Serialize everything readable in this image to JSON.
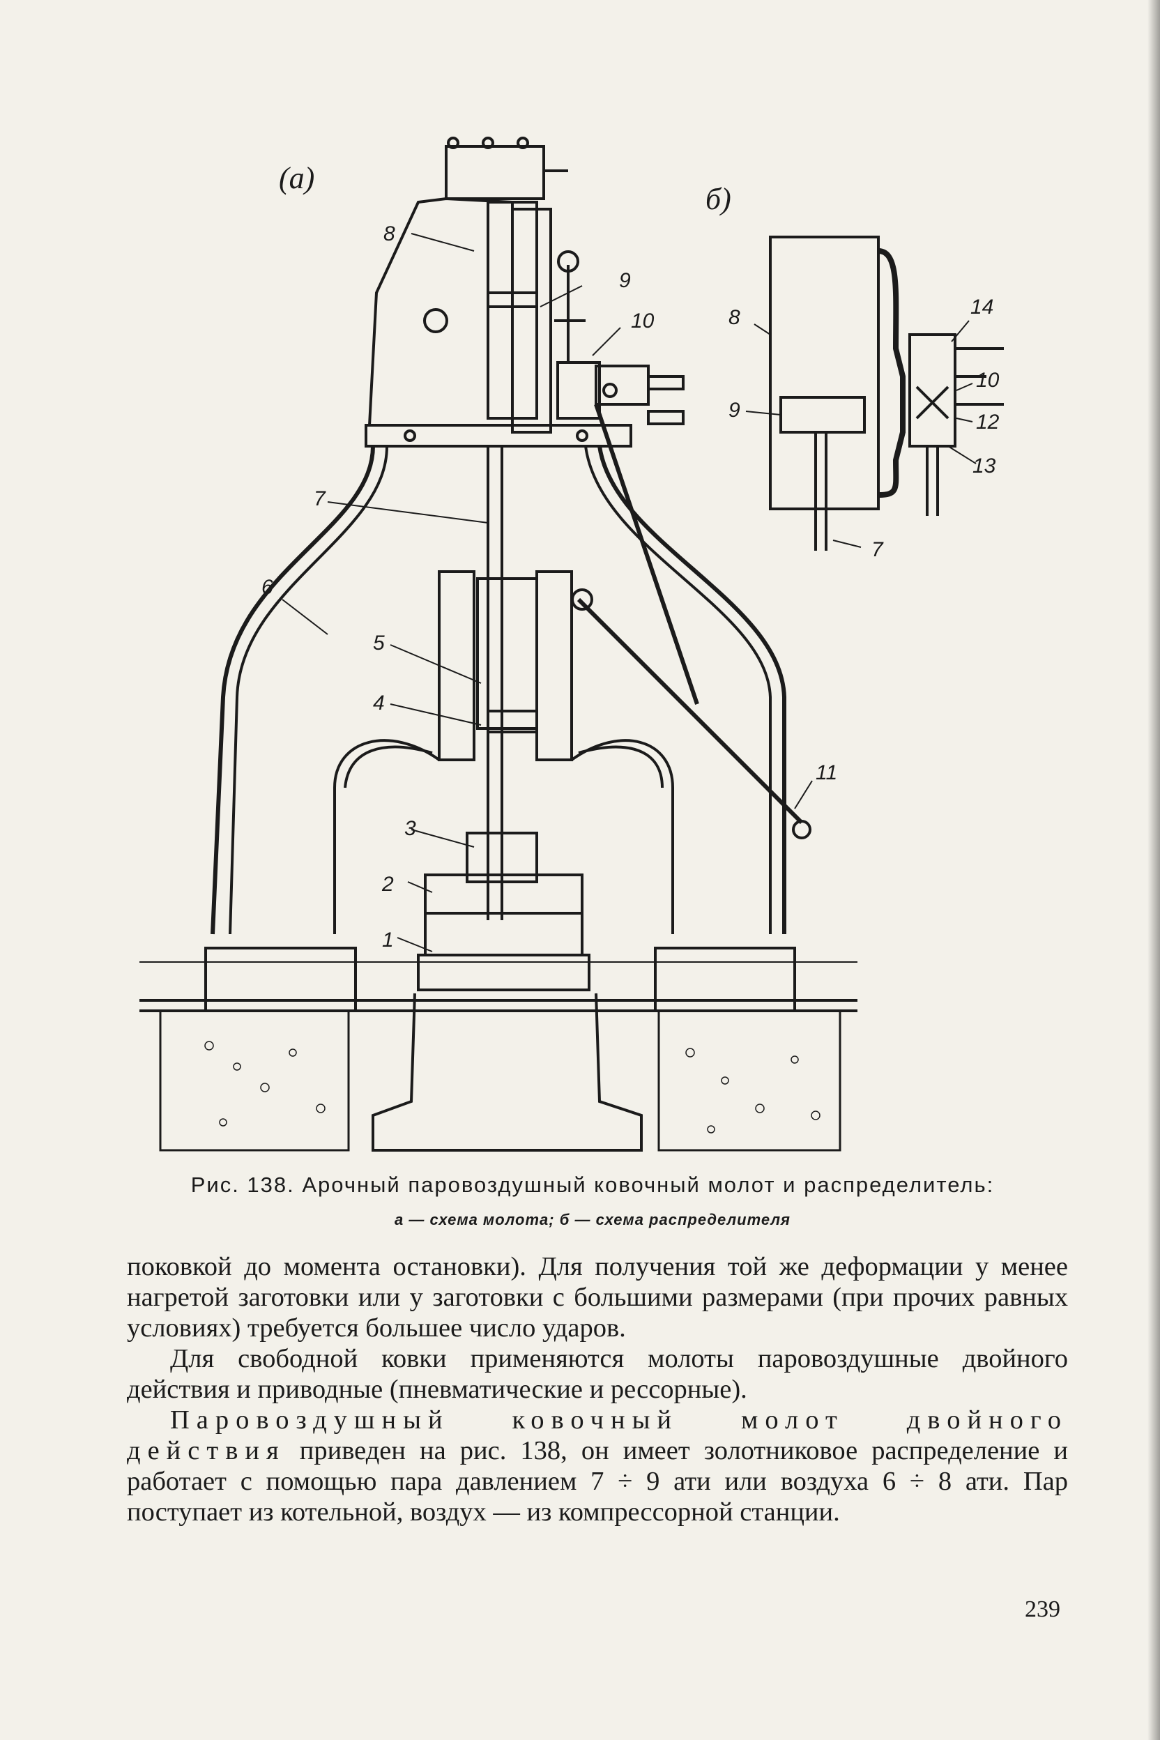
{
  "figure": {
    "panel_a_label": "(а)",
    "panel_b_label": "б)",
    "labels_a": [
      "1",
      "2",
      "3",
      "4",
      "5",
      "6",
      "7",
      "8",
      "9",
      "10",
      "11"
    ],
    "labels_b": [
      "7",
      "8",
      "9",
      "10",
      "12",
      "13",
      "14"
    ]
  },
  "caption": {
    "title": "Рис. 138. Арочный паровоздушный ковочный молот и распределитель:",
    "subtitle": "а — схема молота; б — схема распределителя"
  },
  "text": {
    "paragraph1": "поковкой до момента остановки). Для получения той же деформации у менее нагретой заготовки или у заготовки с большими размерами (при прочих равных условиях) требуется большее число ударов.",
    "paragraph2": "Для свободной ковки применяются молоты паровоздушные двойного действия и приводные (пневматические и рессорные).",
    "paragraph3_spaced": "Паровоздушный ковочный молот двойного действия",
    "paragraph3_rest": " приведен на рис. 138, он имеет золотниковое распределение и работает с помощью пара давлением 7 ÷ 9 ати или воздуха 6 ÷ 8 ати. Пар поступает из котельной, воздух — из компрессорной станции."
  },
  "page_number": "239"
}
